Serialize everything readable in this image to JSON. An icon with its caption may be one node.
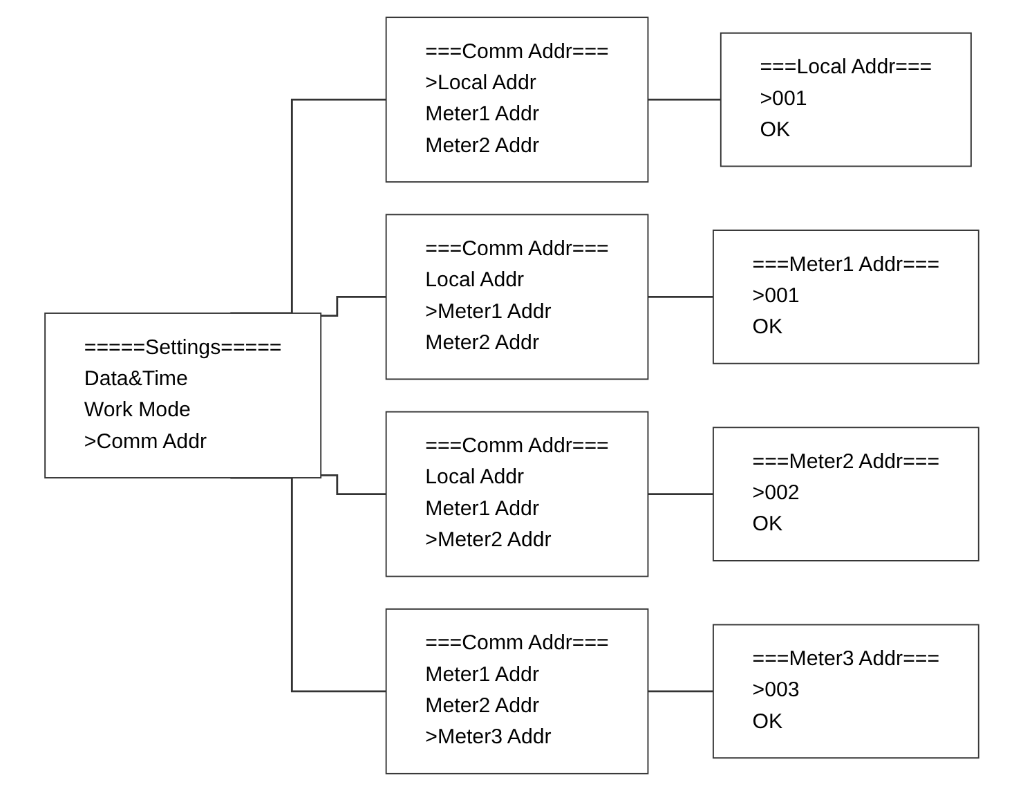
{
  "diagram": {
    "nodes": [
      {
        "text": [
          "=====Settings=====",
          "Data&Time",
          "Work Mode",
          ">Comm Addr"
        ]
      },
      {
        "text": [
          "===Comm Addr===",
          ">Local Addr",
          "Meter1 Addr",
          "Meter2 Addr"
        ]
      },
      {
        "text": [
          "===Comm Addr===",
          "Local Addr",
          ">Meter1 Addr",
          "Meter2 Addr"
        ]
      },
      {
        "text": [
          "===Comm Addr===",
          "Local Addr",
          "Meter1 Addr",
          ">Meter2 Addr"
        ]
      },
      {
        "text": [
          "===Comm Addr===",
          "Meter1 Addr",
          "Meter2 Addr",
          ">Meter3 Addr"
        ]
      },
      {
        "text": [
          "===Local Addr===",
          ">001",
          "OK"
        ]
      },
      {
        "text": [
          "===Meter1 Addr===",
          ">001",
          "OK"
        ]
      },
      {
        "text": [
          "===Meter2 Addr===",
          ">002",
          "OK"
        ]
      },
      {
        "text": [
          "===Meter3 Addr===",
          ">003",
          "OK"
        ]
      }
    ],
    "edges": [
      {
        "from": 0,
        "to": 1,
        "arrow": "none"
      },
      {
        "from": 0,
        "to": 2,
        "arrow": "none"
      },
      {
        "from": 0,
        "to": 3,
        "arrow": "none"
      },
      {
        "from": 0,
        "to": 4,
        "arrow": "none"
      },
      {
        "from": 1,
        "to": 5,
        "arrow": "none"
      },
      {
        "from": 2,
        "to": 6,
        "arrow": "none"
      },
      {
        "from": 3,
        "to": 7,
        "arrow": "none"
      },
      {
        "from": 4,
        "to": 8,
        "arrow": "none"
      }
    ]
  }
}
